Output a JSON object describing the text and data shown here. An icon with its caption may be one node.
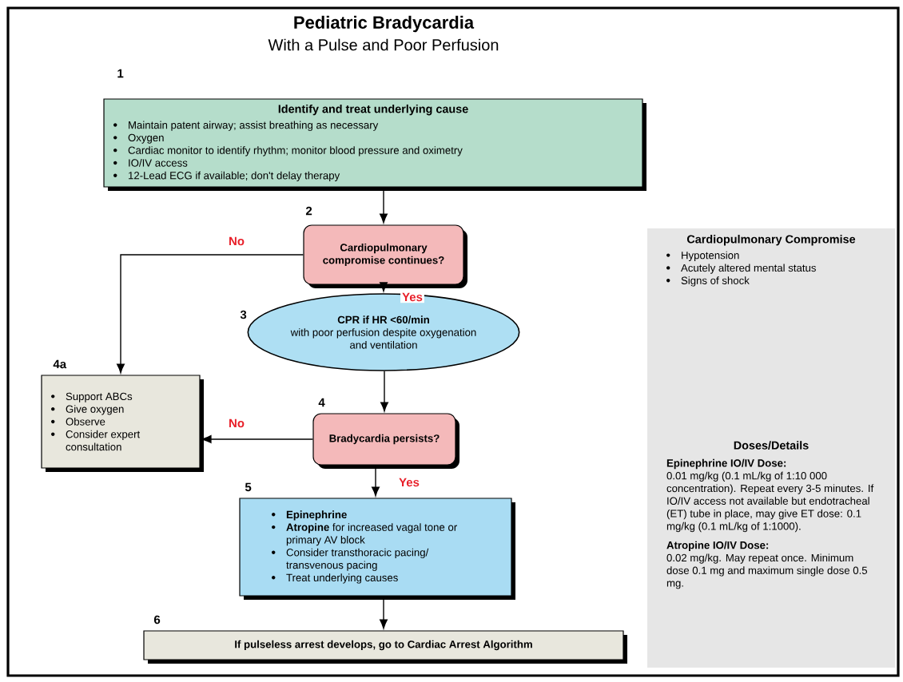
{
  "diagram": {
    "title": "Pediatric Bradycardia",
    "nodes": [
      {
        "text": [
          "Identify and treat underlying cause",
          "Maintain patent airway; assist breathing as necessary",
          "Oxygen",
          "Cardiac monitor to identify rhythm; monitor blood pressure and oximetry",
          "IO/IV access",
          "12-Lead ECG if available; don't delay therapy"
        ],
        "beside": [
          "1"
        ]
      },
      {
        "text": [
          "Cardiopulmonary compromise continues?"
        ],
        "beside": [
          "2"
        ]
      },
      {
        "text": [
          "CPR if HR <60/min",
          "with poor perfusion despite oxygenation and ventilation"
        ],
        "beside": [
          "3"
        ]
      },
      {
        "text": [
          "Support ABCs",
          "Give oxygen",
          "Observe",
          "Consider expert consultation"
        ],
        "beside": [
          "4a"
        ]
      },
      {
        "text": [
          "Bradycardia persists?"
        ],
        "beside": [
          "4"
        ]
      },
      {
        "text": [
          "**Epinephrine**",
          "**Atropine** for increased vagal tone or primary AV block",
          "Consider transthoracic pacing/ transvenous pacing",
          "Treat underlying causes"
        ],
        "beside": [
          "5"
        ]
      },
      {
        "text": [
          "If pulseless arrest develops, go to Cardiac Arrest Algorithm"
        ],
        "beside": [
          "6"
        ]
      },
      {
        "text": [
          "Cardiopulmonary Compromise",
          "Hypotension",
          "Acutely altered mental status",
          "Signs of shock",
          "Doses/Details",
          "Epinephrine IO/IV Dose:",
          "0.01 mg/kg (0.1 mL/kg of 1:10 000 concentration). Repeat every 3-5 minutes. If IO/IV access not available but endotracheal (ET) tube in place, may give ET dose: 0.1 mg/kg (0.1 mL/kg of 1:1000).",
          "Atropine IO/IV Dose:",
          "0.02 mg/kg. May repeat once. Minimum dose 0.1 mg and maximum single dose 0.5 mg."
        ]
      }
    ],
    "edges": [
      {
        "from": 0,
        "to": 1,
        "arrow": "to"
      },
      {
        "from": 1,
        "to": 2,
        "arrow": "to",
        "label": "Yes"
      },
      {
        "from": 1,
        "to": 3,
        "arrow": "to",
        "label": "No"
      },
      {
        "from": 2,
        "to": 4,
        "arrow": "to"
      },
      {
        "from": 4,
        "to": 3,
        "arrow": "to",
        "label": "No"
      },
      {
        "from": 4,
        "to": 5,
        "arrow": "to",
        "label": "Yes"
      },
      {
        "from": 5,
        "to": 6,
        "arrow": "to"
      }
    ],
    "labels": [
      "With a Pulse and Poor Perfusion"
    ]
  }
}
